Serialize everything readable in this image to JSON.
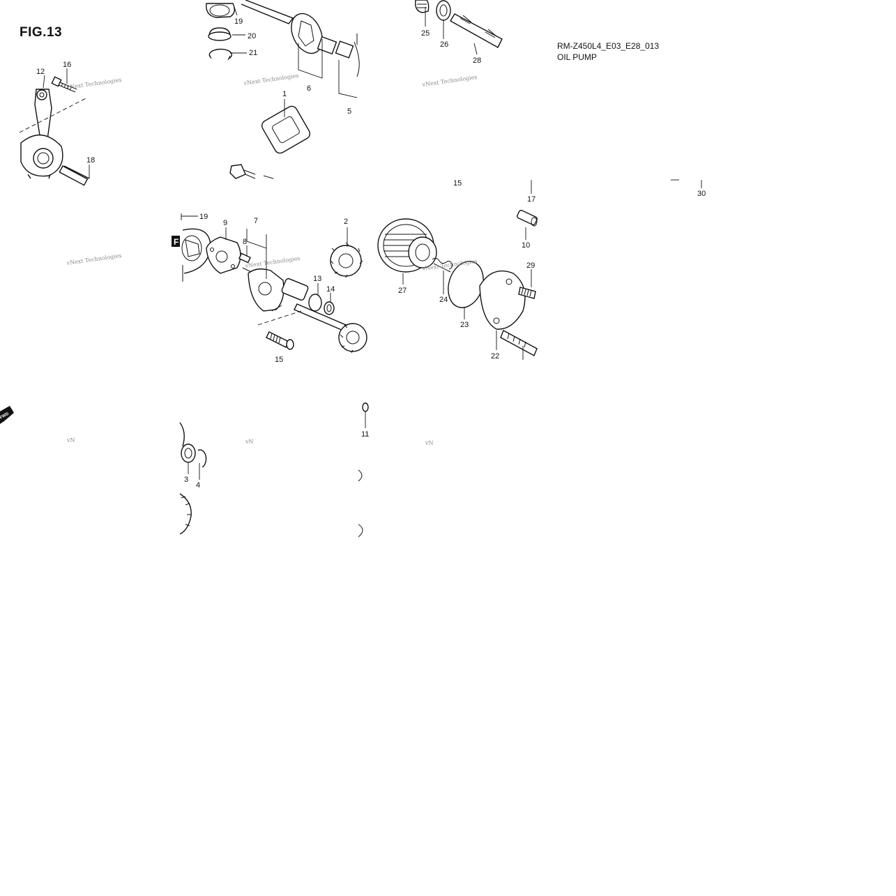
{
  "figure": {
    "title": "FIG.13",
    "model_code": "RM-Z450L4_E03_E28_013",
    "section": "OIL PUMP"
  },
  "watermark": {
    "brand": "vNext Technologies",
    "fragment": "vN"
  },
  "fwd_marker": "FWD",
  "cover_letter": "F",
  "callouts": {
    "c1": "1",
    "c2": "2",
    "c3": "3",
    "c4": "4",
    "c5": "5",
    "c6": "6",
    "c7": "7",
    "c8": "8",
    "c9": "9",
    "c10": "10",
    "c11": "11",
    "c12": "12",
    "c13": "13",
    "c14": "14",
    "c15": "15",
    "c15b": "15",
    "c16": "16",
    "c17": "17",
    "c18": "18",
    "c19a": "19",
    "c19b": "19",
    "c20": "20",
    "c21": "21",
    "c22": "22",
    "c23": "23",
    "c24": "24",
    "c25": "25",
    "c26": "26",
    "c27": "27",
    "c28": "28",
    "c29": "29",
    "c30": "30"
  }
}
